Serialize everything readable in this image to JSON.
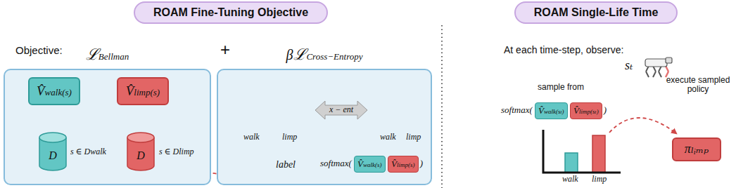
{
  "diagram": {
    "nodes": [
      {
        "text": [
          "ROAM Fine-Tuning Objective"
        ]
      },
      {
        "text": [
          "ℒBellman"
        ]
      },
      {
        "text": [
          "V̂walk(s)"
        ],
        "in": 1
      },
      {
        "text": [
          "V̂limp(s)"
        ],
        "in": 1
      },
      {
        "text": [
          "D"
        ],
        "in": 1
      },
      {
        "text": [
          "D"
        ],
        "in": 1
      },
      {
        "text": [
          "β",
          "ℒCross−Entropy"
        ]
      },
      {
        "text": [
          "x − ent"
        ],
        "in": 6
      },
      {
        "text": [
          "V̂walk(s)"
        ],
        "in": 6
      },
      {
        "text": [
          "V̂limp(s)"
        ],
        "in": 6
      },
      {
        "text": [
          "ROAM Single-Life Time"
        ]
      },
      {
        "text": [
          "V̂walk(sₜ)"
        ]
      },
      {
        "text": [
          "V̂limp(sₜ)"
        ]
      },
      {
        "text": [
          "πₗᵢₘₚ"
        ]
      }
    ],
    "edges": [
      {
        "from": 2,
        "to": 4,
        "arrow": "to"
      },
      {
        "from": 4,
        "to": 2,
        "arrow": "to"
      },
      {
        "from": 3,
        "to": 5,
        "arrow": "to"
      },
      {
        "from": 5,
        "to": 3,
        "arrow": "to"
      }
    ],
    "labels": [
      "Objective:",
      "+",
      "s ∈ Dwalk",
      "s ∈ Dlimp",
      "walk",
      "limp",
      "label",
      "walk",
      "limp",
      "softmax(",
      ")",
      "At each time-step, observe:",
      "sₜ",
      "sample from",
      "softmax(",
      ")",
      "walk",
      "limp",
      "execute sampled policy"
    ]
  }
}
